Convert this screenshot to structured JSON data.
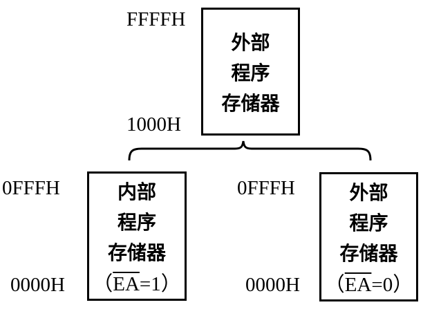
{
  "top_block": {
    "addr_high": "FFFFH",
    "addr_low": "1000H",
    "lines": [
      "外部",
      "程序",
      "存储器"
    ]
  },
  "left_block": {
    "addr_high": "0FFFH",
    "addr_low": "0000H",
    "lines": [
      "内部",
      "程序",
      "存储器"
    ],
    "condition": {
      "open": "（",
      "signal": "EA",
      "value": "=1",
      "close": "）"
    }
  },
  "right_block": {
    "addr_high": "0FFFH",
    "addr_low": "0000H",
    "lines": [
      "外部",
      "程序",
      "存储器"
    ],
    "condition": {
      "open": "（",
      "signal": "EA",
      "value": "=0",
      "close": "）"
    }
  }
}
